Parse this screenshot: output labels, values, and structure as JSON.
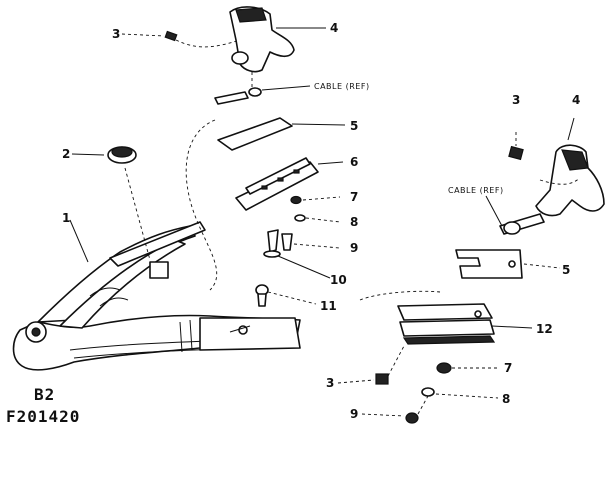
{
  "drawing": {
    "section": "B2",
    "part_number": "F201420"
  },
  "callouts": {
    "left": {
      "n1": "1",
      "n2": "2",
      "n3": "3",
      "n4": "4",
      "n5": "5",
      "n6": "6",
      "n7": "7",
      "n8": "8",
      "n9": "9",
      "n10": "10",
      "n11": "11",
      "cable": "CABLE (REF)"
    },
    "right": {
      "n3a": "3",
      "n4": "4",
      "n5": "5",
      "n12": "12",
      "n3b": "3",
      "n7": "7",
      "n8": "8",
      "n9": "9",
      "cable": "CABLE (REF)"
    }
  }
}
